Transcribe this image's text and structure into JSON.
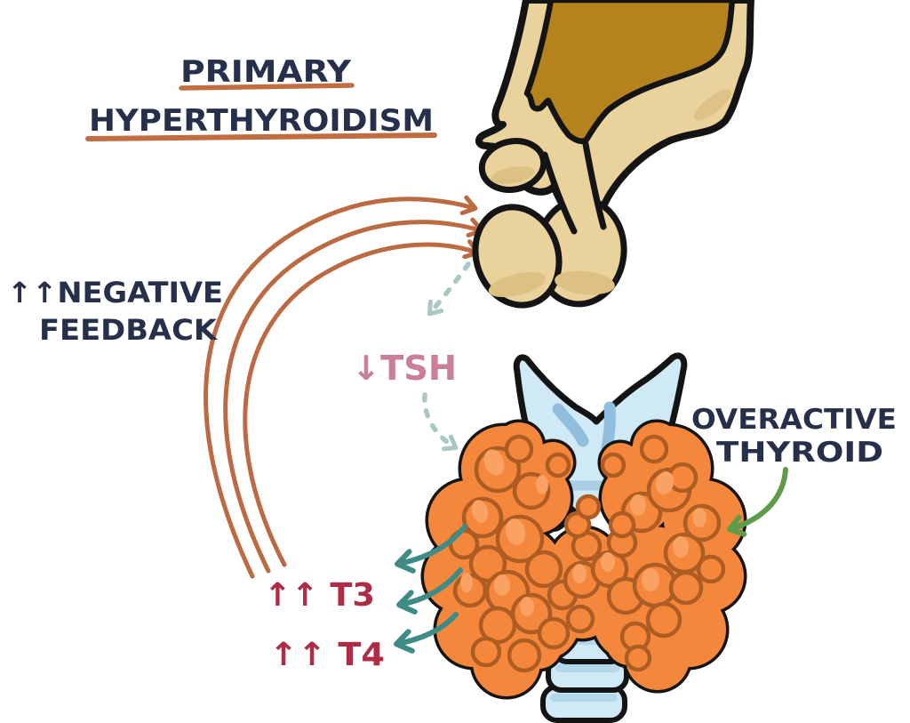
{
  "title": {
    "line1": "PRIMARY",
    "line2": "HYPERTHYROIDISM"
  },
  "annotations": {
    "negative_feedback": {
      "line1": "↑↑NEGATIVE",
      "line2": "FEEDBACK"
    },
    "tsh": "↓TSH",
    "overactive": {
      "line1": "OVERACTIVE",
      "line2": "THYROID"
    },
    "t3": "↑↑ T3",
    "t4": "↑↑ T4"
  },
  "figures": {
    "pituitary_gland": "hypothalamus-pituitary-gland-illustration",
    "thyroid_gland": "overactive-nodular-thyroid-gland-illustration",
    "larynx": "thyroid-cartilage-and-trachea-illustration",
    "negative_feedback_arrows": "three-curved-arrows-thyroid-to-pituitary",
    "tsh_arrow": "dashed-arrow-pituitary-to-thyroid",
    "hormone_arrows": "three-arrows-thyroid-to-t3-t4",
    "overactive_pointer": "green-arrow-label-to-thyroid"
  },
  "colors": {
    "text_navy": "#26304a",
    "underline_orange": "#c26d3f",
    "feedback_arrow_orange": "#bc6a42",
    "tsh_pink": "#cb7e98",
    "dashed_teal": "#a9c8c5",
    "hormone_arrow_teal": "#3f8b85",
    "t3_t4_crimson": "#ae2c46",
    "pointer_green": "#5f9c4a",
    "thyroid_orange": "#f5873d",
    "nodule_outline": "#ad5d24",
    "cartilage_blue": "#cfe9f6",
    "gland_tan": "#ead29c",
    "gland_brown": "#b5831d",
    "muscle_red": "#d84a38",
    "outline_black": "#141414"
  }
}
